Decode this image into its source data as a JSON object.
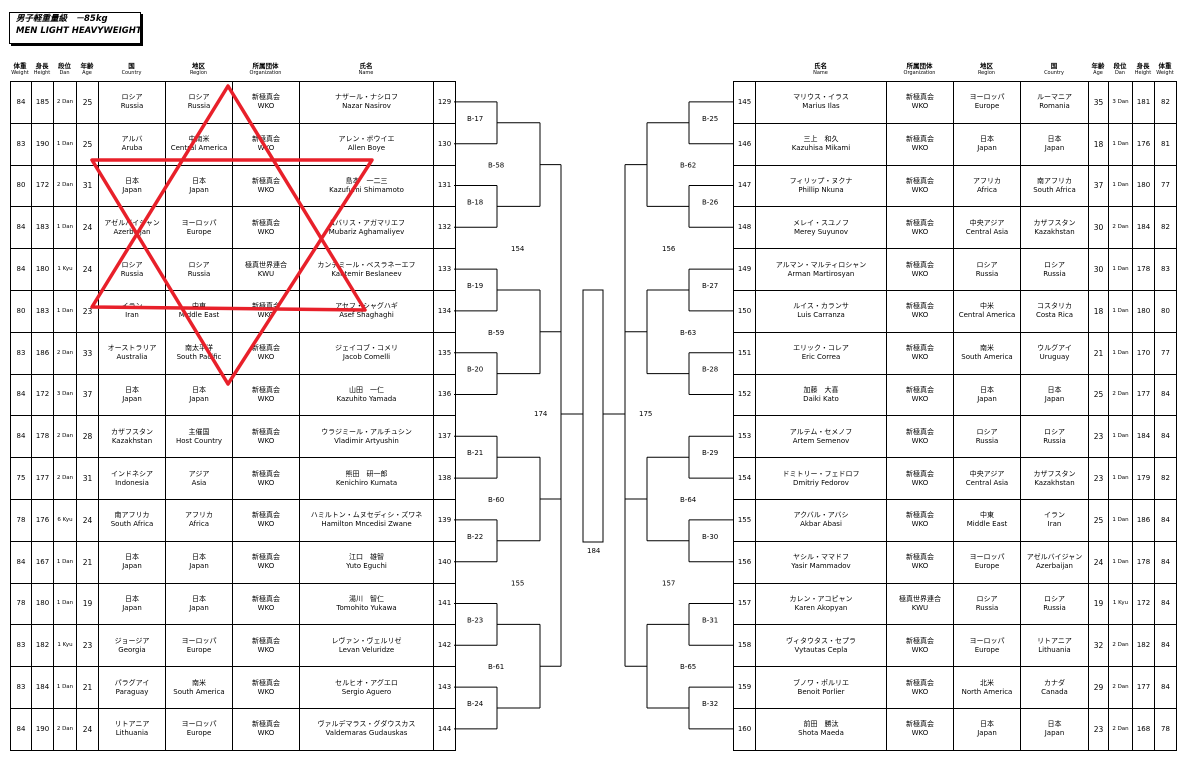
{
  "title": {
    "jp": "男子軽重量級　－85kg",
    "en": "MEN LIGHT HEAVYWEIGHT"
  },
  "headers": {
    "left": [
      {
        "jp": "体重",
        "en": "Weight"
      },
      {
        "jp": "身長",
        "en": "Height"
      },
      {
        "jp": "段位",
        "en": "Dan"
      },
      {
        "jp": "年齢",
        "en": "Age"
      },
      {
        "jp": "国",
        "en": "Country"
      },
      {
        "jp": "地区",
        "en": "Region"
      },
      {
        "jp": "所属団体",
        "en": "Organization"
      },
      {
        "jp": "氏名",
        "en": "Name"
      }
    ],
    "right": [
      {
        "jp": "氏名",
        "en": "Name"
      },
      {
        "jp": "所属団体",
        "en": "Organization"
      },
      {
        "jp": "地区",
        "en": "Region"
      },
      {
        "jp": "国",
        "en": "Country"
      },
      {
        "jp": "年齢",
        "en": "Age"
      },
      {
        "jp": "段位",
        "en": "Dan"
      },
      {
        "jp": "身長",
        "en": "Height"
      },
      {
        "jp": "体重",
        "en": "Weight"
      }
    ]
  },
  "left_entries": [
    {
      "weight": "84",
      "height": "185",
      "dan": "2 Dan",
      "age": "25",
      "country_jp": "ロシア",
      "country_en": "Russia",
      "region_jp": "ロシア",
      "region_en": "Russia",
      "org_jp": "新極真会",
      "org_en": "WKO",
      "name_jp": "ナザール・ナシロフ",
      "name_en": "Nazar Nasirov",
      "no": "129"
    },
    {
      "weight": "83",
      "height": "190",
      "dan": "1 Dan",
      "age": "25",
      "country_jp": "アルバ",
      "country_en": "Aruba",
      "region_jp": "中南米",
      "region_en": "Central America",
      "org_jp": "新極真会",
      "org_en": "WKO",
      "name_jp": "アレン・ボウイエ",
      "name_en": "Allen Boye",
      "no": "130"
    },
    {
      "weight": "80",
      "height": "172",
      "dan": "2 Dan",
      "age": "31",
      "country_jp": "日本",
      "country_en": "Japan",
      "region_jp": "日本",
      "region_en": "Japan",
      "org_jp": "新極真会",
      "org_en": "WKO",
      "name_jp": "島本　一二三",
      "name_en": "Kazufumi Shimamoto",
      "no": "131"
    },
    {
      "weight": "84",
      "height": "183",
      "dan": "1 Dan",
      "age": "24",
      "country_jp": "アゼルバイジャン",
      "country_en": "Azerbaijan",
      "region_jp": "ヨーロッパ",
      "region_en": "Europe",
      "org_jp": "新極真会",
      "org_en": "WKO",
      "name_jp": "ムバリス・アガマリエフ",
      "name_en": "Mubariz Aghamaliyev",
      "no": "132"
    },
    {
      "weight": "84",
      "height": "180",
      "dan": "1 Kyu",
      "age": "24",
      "country_jp": "ロシア",
      "country_en": "Russia",
      "region_jp": "ロシア",
      "region_en": "Russia",
      "org_jp": "極真世界連合",
      "org_en": "KWU",
      "name_jp": "カンテミール・ベスラネーエフ",
      "name_en": "Kantemir Beslaneev",
      "no": "133"
    },
    {
      "weight": "80",
      "height": "183",
      "dan": "1 Dan",
      "age": "23",
      "country_jp": "イラン",
      "country_en": "Iran",
      "region_jp": "中東",
      "region_en": "Middle East",
      "org_jp": "新極真会",
      "org_en": "WKO",
      "name_jp": "アセフ・シャグハギ",
      "name_en": "Asef Shaghaghi",
      "no": "134"
    },
    {
      "weight": "83",
      "height": "186",
      "dan": "2 Dan",
      "age": "33",
      "country_jp": "オーストラリア",
      "country_en": "Australia",
      "region_jp": "南太平洋",
      "region_en": "South Pacific",
      "org_jp": "新極真会",
      "org_en": "WKO",
      "name_jp": "ジェイコブ・コメリ",
      "name_en": "Jacob Comelli",
      "no": "135"
    },
    {
      "weight": "84",
      "height": "172",
      "dan": "3 Dan",
      "age": "37",
      "country_jp": "日本",
      "country_en": "Japan",
      "region_jp": "日本",
      "region_en": "Japan",
      "org_jp": "新極真会",
      "org_en": "WKO",
      "name_jp": "山田　一仁",
      "name_en": "Kazuhito Yamada",
      "no": "136"
    },
    {
      "weight": "84",
      "height": "178",
      "dan": "2 Dan",
      "age": "28",
      "country_jp": "カザフスタン",
      "country_en": "Kazakhstan",
      "region_jp": "主催国",
      "region_en": "Host Country",
      "org_jp": "新極真会",
      "org_en": "WKO",
      "name_jp": "ウラジミール・アルチュシン",
      "name_en": "Vladimir Artyushin",
      "no": "137"
    },
    {
      "weight": "75",
      "height": "177",
      "dan": "2 Dan",
      "age": "31",
      "country_jp": "インドネシア",
      "country_en": "Indonesia",
      "region_jp": "アジア",
      "region_en": "Asia",
      "org_jp": "新極真会",
      "org_en": "WKO",
      "name_jp": "熊田　研一郎",
      "name_en": "Kenichiro Kumata",
      "no": "138"
    },
    {
      "weight": "78",
      "height": "176",
      "dan": "6 Kyu",
      "age": "24",
      "country_jp": "南アフリカ",
      "country_en": "South Africa",
      "region_jp": "アフリカ",
      "region_en": "Africa",
      "org_jp": "新極真会",
      "org_en": "WKO",
      "name_jp": "ハミルトン・ムヌセディシ・ズワネ",
      "name_en": "Hamilton Mncedisi Zwane",
      "no": "139"
    },
    {
      "weight": "84",
      "height": "167",
      "dan": "1 Dan",
      "age": "21",
      "country_jp": "日本",
      "country_en": "Japan",
      "region_jp": "日本",
      "region_en": "Japan",
      "org_jp": "新極真会",
      "org_en": "WKO",
      "name_jp": "江口　雄智",
      "name_en": "Yuto Eguchi",
      "no": "140"
    },
    {
      "weight": "78",
      "height": "180",
      "dan": "1 Dan",
      "age": "19",
      "country_jp": "日本",
      "country_en": "Japan",
      "region_jp": "日本",
      "region_en": "Japan",
      "org_jp": "新極真会",
      "org_en": "WKO",
      "name_jp": "湯川　智仁",
      "name_en": "Tomohito Yukawa",
      "no": "141"
    },
    {
      "weight": "83",
      "height": "182",
      "dan": "1 Kyu",
      "age": "23",
      "country_jp": "ジョージア",
      "country_en": "Georgia",
      "region_jp": "ヨーロッパ",
      "region_en": "Europe",
      "org_jp": "新極真会",
      "org_en": "WKO",
      "name_jp": "レヴァン・ヴェルリゼ",
      "name_en": "Levan Veluridze",
      "no": "142"
    },
    {
      "weight": "83",
      "height": "184",
      "dan": "1 Dan",
      "age": "21",
      "country_jp": "パラグアイ",
      "country_en": "Paraguay",
      "region_jp": "南米",
      "region_en": "South America",
      "org_jp": "新極真会",
      "org_en": "WKO",
      "name_jp": "セルヒオ・アグエロ",
      "name_en": "Sergio Aguero",
      "no": "143"
    },
    {
      "weight": "84",
      "height": "190",
      "dan": "2 Dan",
      "age": "24",
      "country_jp": "リトアニア",
      "country_en": "Lithuania",
      "region_jp": "ヨーロッパ",
      "region_en": "Europe",
      "org_jp": "新極真会",
      "org_en": "WKO",
      "name_jp": "ヴァルデマラス・グダウスカス",
      "name_en": "Valdemaras Gudauskas",
      "no": "144"
    }
  ],
  "right_entries": [
    {
      "no": "145",
      "name_jp": "マリウス・イラス",
      "name_en": "Marius Ilas",
      "org_jp": "新極真会",
      "org_en": "WKO",
      "region_jp": "ヨーロッパ",
      "region_en": "Europe",
      "country_jp": "ルーマニア",
      "country_en": "Romania",
      "age": "35",
      "dan": "3 Dan",
      "height": "181",
      "weight": "82"
    },
    {
      "no": "146",
      "name_jp": "三上　和久",
      "name_en": "Kazuhisa Mikami",
      "org_jp": "新極真会",
      "org_en": "WKO",
      "region_jp": "日本",
      "region_en": "Japan",
      "country_jp": "日本",
      "country_en": "Japan",
      "age": "18",
      "dan": "1 Dan",
      "height": "176",
      "weight": "81"
    },
    {
      "no": "147",
      "name_jp": "フィリップ・ヌクナ",
      "name_en": "Phillip Nkuna",
      "org_jp": "新極真会",
      "org_en": "WKO",
      "region_jp": "アフリカ",
      "region_en": "Africa",
      "country_jp": "南アフリカ",
      "country_en": "South Africa",
      "age": "37",
      "dan": "1 Dan",
      "height": "180",
      "weight": "77"
    },
    {
      "no": "148",
      "name_jp": "メレイ・スユノフ",
      "name_en": "Merey Suyunov",
      "org_jp": "新極真会",
      "org_en": "WKO",
      "region_jp": "中央アジア",
      "region_en": "Central Asia",
      "country_jp": "カザフスタン",
      "country_en": "Kazakhstan",
      "age": "30",
      "dan": "2 Dan",
      "height": "184",
      "weight": "82"
    },
    {
      "no": "149",
      "name_jp": "アルマン・マルティロシャン",
      "name_en": "Arman Martirosyan",
      "org_jp": "新極真会",
      "org_en": "WKO",
      "region_jp": "ロシア",
      "region_en": "Russia",
      "country_jp": "ロシア",
      "country_en": "Russia",
      "age": "30",
      "dan": "1 Dan",
      "height": "178",
      "weight": "83"
    },
    {
      "no": "150",
      "name_jp": "ルイス・カランサ",
      "name_en": "Luis Carranza",
      "org_jp": "新極真会",
      "org_en": "WKO",
      "region_jp": "中米",
      "region_en": "Central America",
      "country_jp": "コスタリカ",
      "country_en": "Costa Rica",
      "age": "18",
      "dan": "1 Dan",
      "height": "180",
      "weight": "80"
    },
    {
      "no": "151",
      "name_jp": "エリック・コレア",
      "name_en": "Eric Correa",
      "org_jp": "新極真会",
      "org_en": "WKO",
      "region_jp": "南米",
      "region_en": "South America",
      "country_jp": "ウルグアイ",
      "country_en": "Uruguay",
      "age": "21",
      "dan": "1 Dan",
      "height": "170",
      "weight": "77"
    },
    {
      "no": "152",
      "name_jp": "加藤　大喜",
      "name_en": "Daiki Kato",
      "org_jp": "新極真会",
      "org_en": "WKO",
      "region_jp": "日本",
      "region_en": "Japan",
      "country_jp": "日本",
      "country_en": "Japan",
      "age": "25",
      "dan": "2 Dan",
      "height": "177",
      "weight": "84"
    },
    {
      "no": "153",
      "name_jp": "アルテム・セメノフ",
      "name_en": "Artem Semenov",
      "org_jp": "新極真会",
      "org_en": "WKO",
      "region_jp": "ロシア",
      "region_en": "Russia",
      "country_jp": "ロシア",
      "country_en": "Russia",
      "age": "23",
      "dan": "1 Dan",
      "height": "184",
      "weight": "84"
    },
    {
      "no": "154",
      "name_jp": "ドミトリー・フェドロフ",
      "name_en": "Dmitriy Fedorov",
      "org_jp": "新極真会",
      "org_en": "WKO",
      "region_jp": "中央アジア",
      "region_en": "Central Asia",
      "country_jp": "カザフスタン",
      "country_en": "Kazakhstan",
      "age": "23",
      "dan": "1 Dan",
      "height": "179",
      "weight": "82"
    },
    {
      "no": "155",
      "name_jp": "アクバル・アバシ",
      "name_en": "Akbar Abasi",
      "org_jp": "新極真会",
      "org_en": "WKO",
      "region_jp": "中東",
      "region_en": "Middle East",
      "country_jp": "イラン",
      "country_en": "Iran",
      "age": "25",
      "dan": "1 Dan",
      "height": "186",
      "weight": "84"
    },
    {
      "no": "156",
      "name_jp": "ヤシル・ママドフ",
      "name_en": "Yasir Mammadov",
      "org_jp": "新極真会",
      "org_en": "WKO",
      "region_jp": "ヨーロッパ",
      "region_en": "Europe",
      "country_jp": "アゼルバイジャン",
      "country_en": "Azerbaijan",
      "age": "24",
      "dan": "1 Dan",
      "height": "178",
      "weight": "84"
    },
    {
      "no": "157",
      "name_jp": "カレン・アコピャン",
      "name_en": "Karen Akopyan",
      "org_jp": "極真世界連合",
      "org_en": "KWU",
      "region_jp": "ロシア",
      "region_en": "Russia",
      "country_jp": "ロシア",
      "country_en": "Russia",
      "age": "19",
      "dan": "1 Kyu",
      "height": "172",
      "weight": "84"
    },
    {
      "no": "158",
      "name_jp": "ヴィタウタス・セプラ",
      "name_en": "Vytautas Cepla",
      "org_jp": "新極真会",
      "org_en": "WKO",
      "region_jp": "ヨーロッパ",
      "region_en": "Europe",
      "country_jp": "リトアニア",
      "country_en": "Lithuania",
      "age": "32",
      "dan": "2 Dan",
      "height": "182",
      "weight": "84"
    },
    {
      "no": "159",
      "name_jp": "ブノワ・ポルリエ",
      "name_en": "Benoit Porlier",
      "org_jp": "新極真会",
      "org_en": "WKO",
      "region_jp": "北米",
      "region_en": "North America",
      "country_jp": "カナダ",
      "country_en": "Canada",
      "age": "29",
      "dan": "2 Dan",
      "height": "177",
      "weight": "84"
    },
    {
      "no": "160",
      "name_jp": "前田　勝汰",
      "name_en": "Shota Maeda",
      "org_jp": "新極真会",
      "org_en": "WKO",
      "region_jp": "日本",
      "region_en": "Japan",
      "country_jp": "日本",
      "country_en": "Japan",
      "age": "23",
      "dan": "2 Dan",
      "height": "168",
      "weight": "78"
    }
  ],
  "bracket_labels": {
    "left_r1": [
      "B-17",
      "B-18",
      "B-19",
      "B-20",
      "B-21",
      "B-22",
      "B-23",
      "B-24"
    ],
    "left_r2": [
      "B-58",
      "B-59",
      "B-60",
      "B-61"
    ],
    "left_r3": [
      "154",
      "155"
    ],
    "left_r4": "174",
    "final": "184",
    "right_r4": "175",
    "right_r3": [
      "156",
      "157"
    ],
    "right_r2": [
      "B-62",
      "B-63",
      "B-64",
      "B-65"
    ],
    "right_r1": [
      "B-25",
      "B-26",
      "B-27",
      "B-28",
      "B-29",
      "B-30",
      "B-31",
      "B-32"
    ]
  },
  "colors": {
    "annotation_star": "#e8202a",
    "line": "#000000"
  },
  "annotation": {
    "shape": "hexagram",
    "note": "hand-drawn red six-pointed star over the upper left bracket"
  }
}
